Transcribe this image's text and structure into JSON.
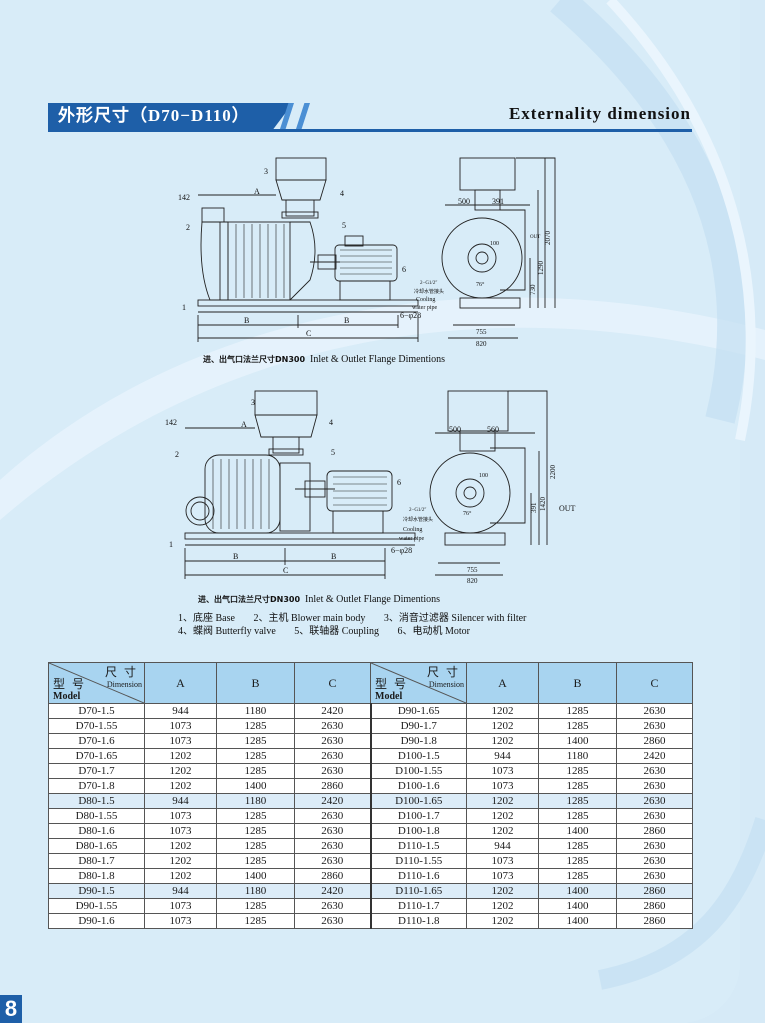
{
  "header": {
    "title_cn": "外形尺寸（D70−D110）",
    "title_en": "Externality dimension"
  },
  "drawing1": {
    "labels": {
      "n1": "1",
      "n2": "2",
      "n3": "3",
      "n4": "4",
      "n5": "5",
      "n6": "6",
      "d142": "142",
      "a": "A",
      "b1": "B",
      "b2": "B",
      "c": "C",
      "bolt": "6−φ28",
      "d500": "500",
      "d391": "391",
      "out": "OUT",
      "d100": "100",
      "d2070": "2070",
      "d1290": "1290",
      "d730": "730",
      "pipe": "2−G1/2″",
      "pipe_cn": "冷却水管接头",
      "cooling": "Cooling",
      "water": "water pipe",
      "d755": "755",
      "d820": "820",
      "deg": "76°"
    },
    "caption_cn": "进、出气口法兰尺寸DN300",
    "caption_en": "Inlet & Outlet Flange Dimentions"
  },
  "drawing2": {
    "labels": {
      "n1": "1",
      "n2": "2",
      "n3": "3",
      "n4": "4",
      "n5": "5",
      "n6": "6",
      "d142": "142",
      "a": "A",
      "b1": "B",
      "b2": "B",
      "c": "C",
      "bolt": "6−φ28",
      "d500": "500",
      "d560": "560",
      "out": "OUT",
      "d100": "100",
      "d2200": "2200",
      "d1420": "1420",
      "d391": "391",
      "pipe": "2−G1/2″",
      "pipe_cn": "冷却水管接头",
      "cooling": "Cooling",
      "water": "water pipe",
      "d755": "755",
      "d820": "820",
      "deg": "76°"
    },
    "caption_cn": "进、出气口法兰尺寸DN300",
    "caption_en": "Inlet & Outlet Flange Dimentions"
  },
  "legend": {
    "row1": [
      "1、底座 Base",
      "2、主机 Blower main body",
      "3、消音过滤器 Silencer with filter"
    ],
    "row2": [
      "4、蝶阀 Butterfly valve",
      "5、联轴器 Coupling",
      "6、电动机 Motor"
    ]
  },
  "table": {
    "dim_cn": "尺 寸",
    "dim_en": "Dimension",
    "model_cn": "型 号",
    "model_en": "Model",
    "cols": [
      "A",
      "B",
      "C"
    ],
    "left": [
      [
        "D70-1.5",
        "944",
        "1180",
        "2420"
      ],
      [
        "D70-1.55",
        "1073",
        "1285",
        "2630"
      ],
      [
        "D70-1.6",
        "1073",
        "1285",
        "2630"
      ],
      [
        "D70-1.65",
        "1202",
        "1285",
        "2630"
      ],
      [
        "D70-1.7",
        "1202",
        "1285",
        "2630"
      ],
      [
        "D70-1.8",
        "1202",
        "1400",
        "2860"
      ],
      [
        "D80-1.5",
        "944",
        "1180",
        "2420"
      ],
      [
        "D80-1.55",
        "1073",
        "1285",
        "2630"
      ],
      [
        "D80-1.6",
        "1073",
        "1285",
        "2630"
      ],
      [
        "D80-1.65",
        "1202",
        "1285",
        "2630"
      ],
      [
        "D80-1.7",
        "1202",
        "1285",
        "2630"
      ],
      [
        "D80-1.8",
        "1202",
        "1400",
        "2860"
      ],
      [
        "D90-1.5",
        "944",
        "1180",
        "2420"
      ],
      [
        "D90-1.55",
        "1073",
        "1285",
        "2630"
      ],
      [
        "D90-1.6",
        "1073",
        "1285",
        "2630"
      ]
    ],
    "right": [
      [
        "D90-1.65",
        "1202",
        "1285",
        "2630"
      ],
      [
        "D90-1.7",
        "1202",
        "1285",
        "2630"
      ],
      [
        "D90-1.8",
        "1202",
        "1400",
        "2860"
      ],
      [
        "D100-1.5",
        "944",
        "1180",
        "2420"
      ],
      [
        "D100-1.55",
        "1073",
        "1285",
        "2630"
      ],
      [
        "D100-1.6",
        "1073",
        "1285",
        "2630"
      ],
      [
        "D100-1.65",
        "1202",
        "1285",
        "2630"
      ],
      [
        "D100-1.7",
        "1202",
        "1285",
        "2630"
      ],
      [
        "D100-1.8",
        "1202",
        "1400",
        "2860"
      ],
      [
        "D110-1.5",
        "944",
        "1285",
        "2630"
      ],
      [
        "D110-1.55",
        "1073",
        "1285",
        "2630"
      ],
      [
        "D110-1.6",
        "1073",
        "1285",
        "2630"
      ],
      [
        "D110-1.65",
        "1202",
        "1400",
        "2860"
      ],
      [
        "D110-1.7",
        "1202",
        "1400",
        "2860"
      ],
      [
        "D110-1.8",
        "1202",
        "1400",
        "2860"
      ]
    ]
  },
  "page_number": "8",
  "colors": {
    "accent": "#1e5fa8",
    "header_cell": "#a8d4f0",
    "page_bg": "#d8ecf8"
  }
}
